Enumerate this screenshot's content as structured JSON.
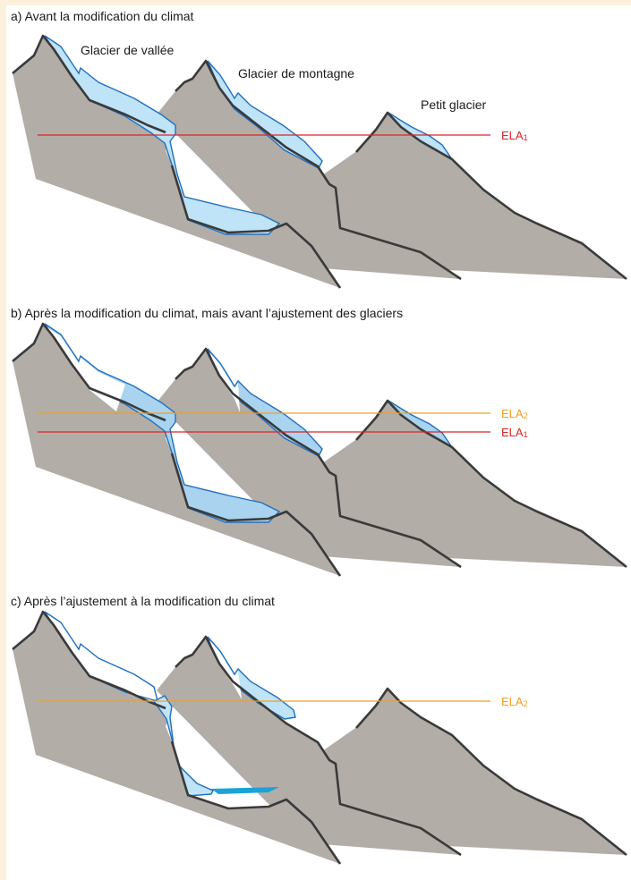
{
  "panels": [
    {
      "title": "a) Avant la modification du climat",
      "ela_lines": [
        {
          "label": "ELA",
          "subscript": "1",
          "color": "#d9262b"
        }
      ],
      "glacier_labels": [
        "Glacier de vallée",
        "Glacier de montagne",
        "Petit glacier"
      ]
    },
    {
      "title": "b) Après la modification du climat, mais avant l’ajustement des glaciers",
      "ela_lines": [
        {
          "label": "ELA",
          "subscript": "2",
          "color": "#f0a020"
        },
        {
          "label": "ELA",
          "subscript": "1",
          "color": "#d9262b"
        }
      ]
    },
    {
      "title": "c) Après l’ajustement à la modification du climat",
      "ela_lines": [
        {
          "label": "ELA",
          "subscript": "2",
          "color": "#f0a020"
        }
      ]
    }
  ],
  "colors": {
    "rock": "#b3ada7",
    "ridge": "#3a3a3a",
    "ice_light": "#bfe3f7",
    "ice_medium": "#a9d3ee",
    "ice_outline": "#1f6fc0",
    "lake": "#1aa3d6",
    "background_strip": "#fdf0dc"
  }
}
